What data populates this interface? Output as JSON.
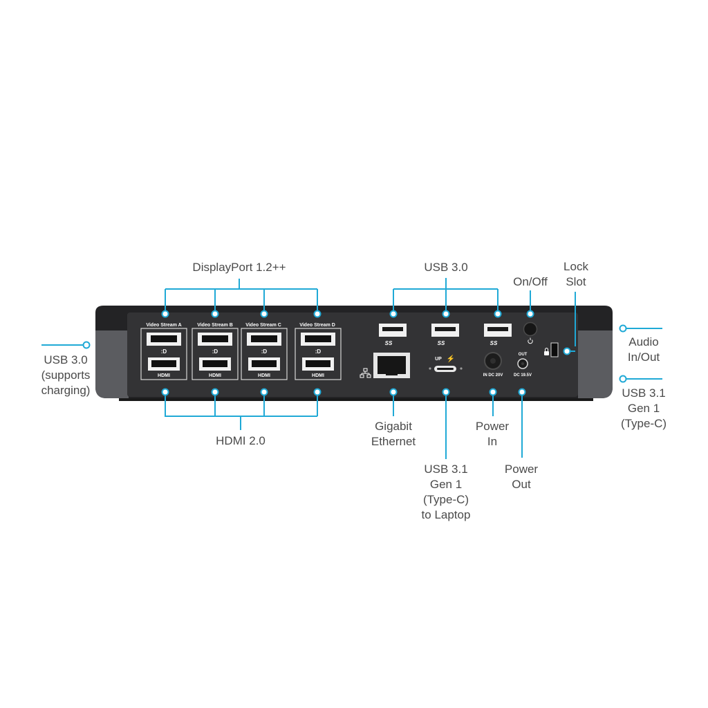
{
  "colors": {
    "accent": "#1fa9d6",
    "label_text": "#4a4a4a",
    "dock_body": "#2a2a2c",
    "dock_panel": "#323234",
    "dock_side": "#5a5b5e"
  },
  "labels": {
    "displayport": "DisplayPort 1.2++",
    "usb30_top": "USB 3.0",
    "onoff": "On/Off",
    "lockslot": "Lock\nSlot",
    "usb30_left": "USB 3.0\n(supports\ncharging)",
    "audio": "Audio\nIn/Out",
    "usb31_right": "USB 3.1\nGen 1\n(Type-C)",
    "hdmi20": "HDMI 2.0",
    "gigabit": "Gigabit\nEthernet",
    "power_in": "Power\nIn",
    "usb31_laptop": "USB 3.1\nGen 1\n(Type-C)\nto Laptop",
    "power_out": "Power\nOut"
  },
  "panel": {
    "streams": [
      "Video Stream A",
      "Video Stream B",
      "Video Stream C",
      "Video Stream D"
    ],
    "hdmi_tag": "HDMI",
    "ss_tag": "SS",
    "up_tag": "UP",
    "in_dc": "IN DC 20V",
    "out_tag": "OUT",
    "dc_out": "DC 19.5V"
  },
  "icons": [
    "power-icon",
    "lock-icon",
    "network-icon",
    "displayport-icon",
    "usb-ss-icon",
    "thunderbolt-icon"
  ]
}
